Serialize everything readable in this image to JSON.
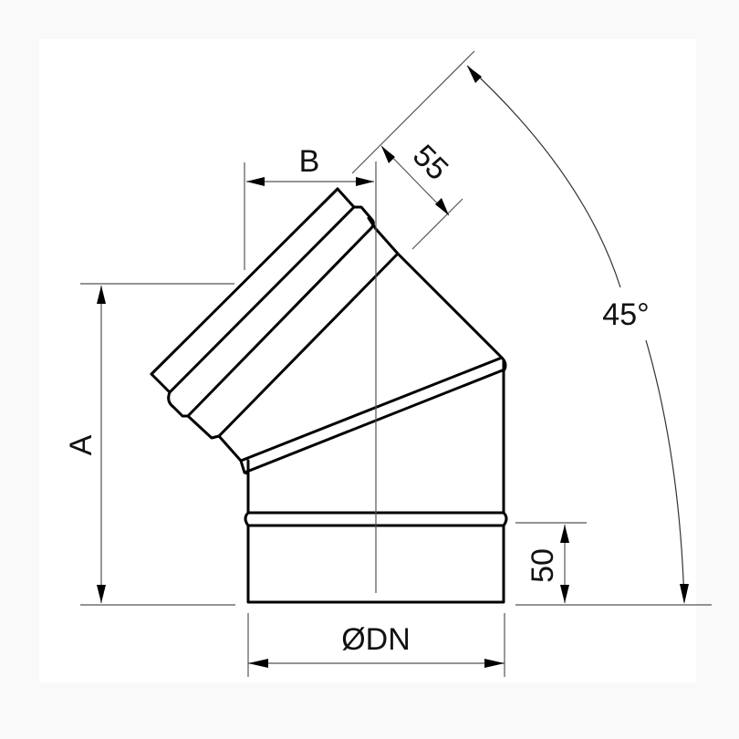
{
  "drawing": {
    "subject": "45-degree pipe elbow technical drawing",
    "labels": {
      "dim_a": "A",
      "dim_b": "B",
      "dim_55": "55",
      "dim_50": "50",
      "dim_dn": "ØDN",
      "angle": "45°"
    },
    "colors": {
      "background": "#f9f9f9",
      "panel": "#ffffff",
      "outline": "#000000",
      "dimension_line": "#555555"
    }
  }
}
